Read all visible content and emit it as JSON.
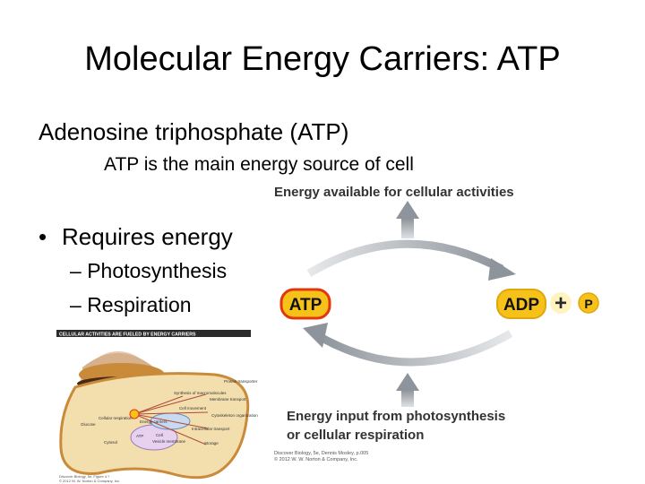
{
  "slide": {
    "title": "Molecular Energy Carriers: ATP",
    "heading": "Adenosine triphosphate (ATP)",
    "subheading": "ATP is the main energy source of cell",
    "bullet": "Requires energy",
    "subbullets": [
      "Photosynthesis",
      "Respiration"
    ]
  },
  "cycle": {
    "top_label": "Energy available for cellular activities",
    "bottom_label_line1": "Energy input from photosynthesis",
    "bottom_label_line2": "or cellular respiration",
    "atp_label": "ATP",
    "adp_label": "ADP",
    "plus": "+",
    "p_label": "P",
    "credit_line1": "Discover Biology, 5e, Dennis Mosley, p.005",
    "credit_line2": "© 2012 W. W. Norton & Company, Inc."
  },
  "figure": {
    "header": "CELLULAR ACTIVITIES ARE FUELED BY ENERGY CARRIERS",
    "labels": [
      "Protein transporter",
      "Synthesis of macromolecules",
      "Membrane transport",
      "Cell movement",
      "Cytoskeleton organization",
      "Intracellular transport",
      "Glucose",
      "Cellular respiration",
      "Energy carriers",
      "Cytosol",
      "ATP",
      "Cell",
      "Vesicle membrane",
      "Storage"
    ],
    "credit_line1": "Discover Biology, 5e, Figure 4.?",
    "credit_line2": "© 2012 W. W. Norton & Company, Inc."
  },
  "colors": {
    "badge_fill": "#f6c21a",
    "badge_stroke": "#e2360f",
    "arrow_grey": "#9aa0a6",
    "cell_fill": "#f3dfae",
    "cell_stroke": "#c98a3a"
  }
}
